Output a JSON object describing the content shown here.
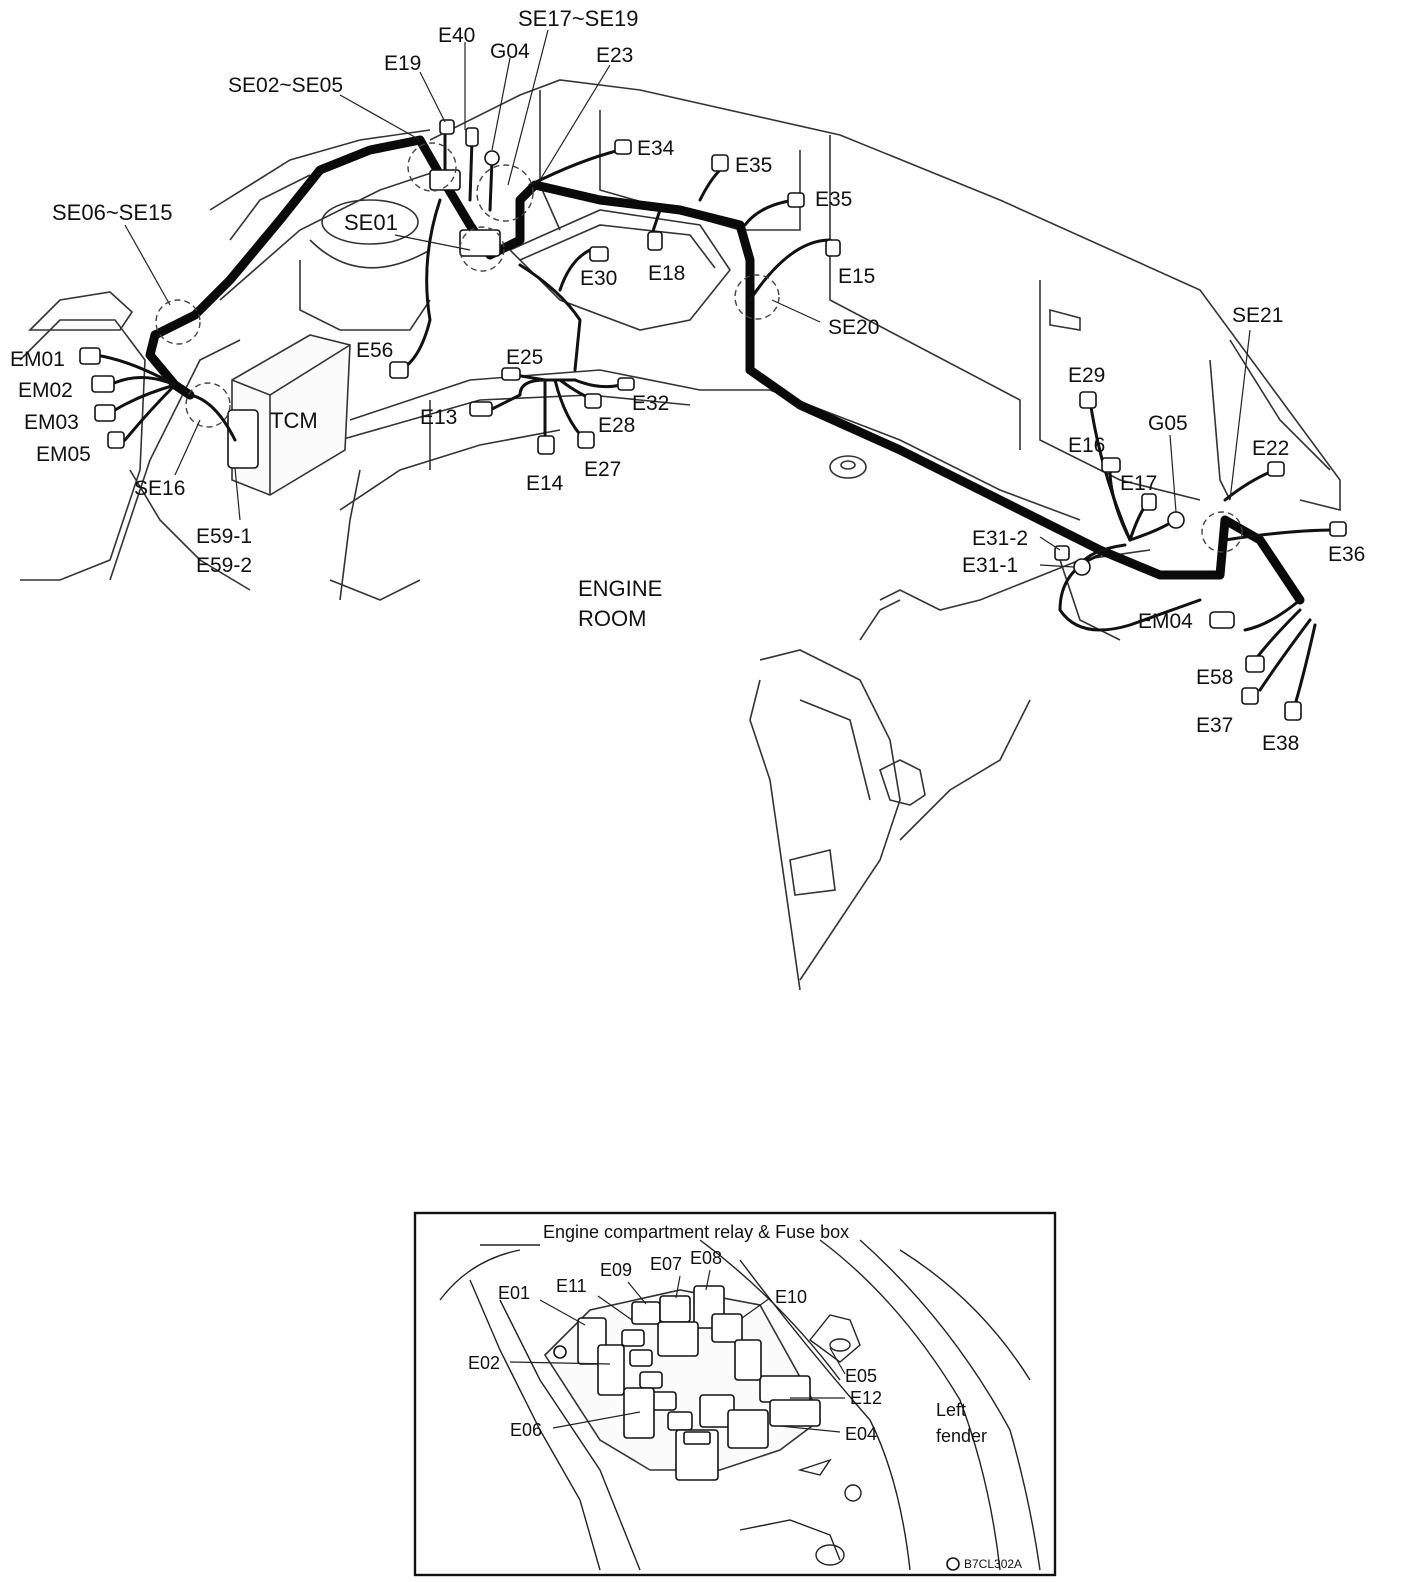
{
  "main_view": {
    "area_label_line1": "ENGINE",
    "area_label_line2": "ROOM",
    "tcm_label": "TCM",
    "connectors": {
      "se17_se19": "SE17~SE19",
      "e40": "E40",
      "g04": "G04",
      "e23": "E23",
      "e19": "E19",
      "se02_se05": "SE02~SE05",
      "e34": "E34",
      "e35_top": "E35",
      "e35": "E35",
      "se06_se15": "SE06~SE15",
      "se01": "SE01",
      "e15": "E15",
      "e30": "E30",
      "e18": "E18",
      "se20": "SE20",
      "se21": "SE21",
      "em01": "EM01",
      "em02": "EM02",
      "em03": "EM03",
      "em05": "EM05",
      "e56": "E56",
      "e25": "E25",
      "e29": "E29",
      "e13": "E13",
      "e32": "E32",
      "e28": "E28",
      "g05": "G05",
      "e16": "E16",
      "e22": "E22",
      "e14": "E14",
      "e27": "E27",
      "se16": "SE16",
      "e17": "E17",
      "e59_1": "E59-1",
      "e59_2": "E59-2",
      "e31_2": "E31-2",
      "e36": "E36",
      "e31_1": "E31-1",
      "em04": "EM04",
      "e58": "E58",
      "e37": "E37",
      "e38": "E38"
    }
  },
  "inset": {
    "title": "Engine compartment relay & Fuse box",
    "fender_label_line1": "Left",
    "fender_label_line2": "fender",
    "figure_code": "B7CL302A",
    "connectors": {
      "e09": "E09",
      "e07": "E07",
      "e08": "E08",
      "e01": "E01",
      "e11": "E11",
      "e10": "E10",
      "e02": "E02",
      "e05": "E05",
      "e12": "E12",
      "e06": "E06",
      "e04": "E04"
    }
  }
}
